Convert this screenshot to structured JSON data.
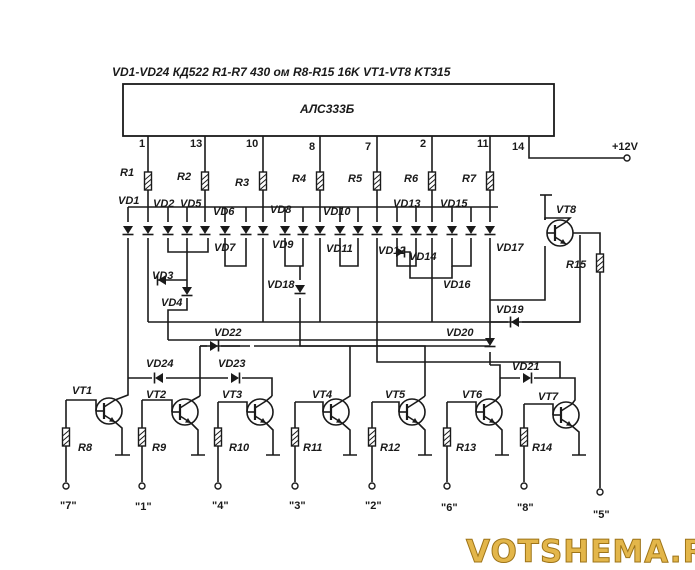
{
  "header": {
    "line": "VD1-VD24 КД522   R1-R7  430 ом   R8-R15  16K   VT1-VT8  KT315"
  },
  "chip": {
    "label": "АЛС333Б",
    "pins": [
      "1",
      "13",
      "10",
      "8",
      "7",
      "2",
      "11",
      "14"
    ]
  },
  "power": {
    "label": "+12V"
  },
  "resistors_top": [
    "R1",
    "R2",
    "R3",
    "R4",
    "R5",
    "R6",
    "R7"
  ],
  "diodes": {
    "vd1": "VD1",
    "vd2": "VD2",
    "vd5": "VD5",
    "vd6": "VD6",
    "vd8": "VD8",
    "vd10": "VD10",
    "vd13": "VD13",
    "vd15": "VD15",
    "vd7": "VD7",
    "vd9": "VD9",
    "vd11": "VD11",
    "vd12": "VD12",
    "vd14": "VD14",
    "vd17": "VD17",
    "vd3": "VD3",
    "vd4": "VD4",
    "vd16": "VD16",
    "vd18": "VD18",
    "vd19": "VD19",
    "vd20": "VD20",
    "vd22": "VD22",
    "vd23": "VD23",
    "vd24": "VD24",
    "vd21": "VD21"
  },
  "transistors": [
    "VT1",
    "VT2",
    "VT3",
    "VT4",
    "VT5",
    "VT6",
    "VT7",
    "VT8"
  ],
  "resistors_bottom": [
    "R8",
    "R9",
    "R10",
    "R11",
    "R12",
    "R13",
    "R14"
  ],
  "r15": "R15",
  "outputs": [
    "\"7\"",
    "\"1\"",
    "\"4\"",
    "\"3\"",
    "\"2\"",
    "\"6\"",
    "\"8\"",
    "\"5\""
  ],
  "watermark": "VOTSHEMA.RU"
}
